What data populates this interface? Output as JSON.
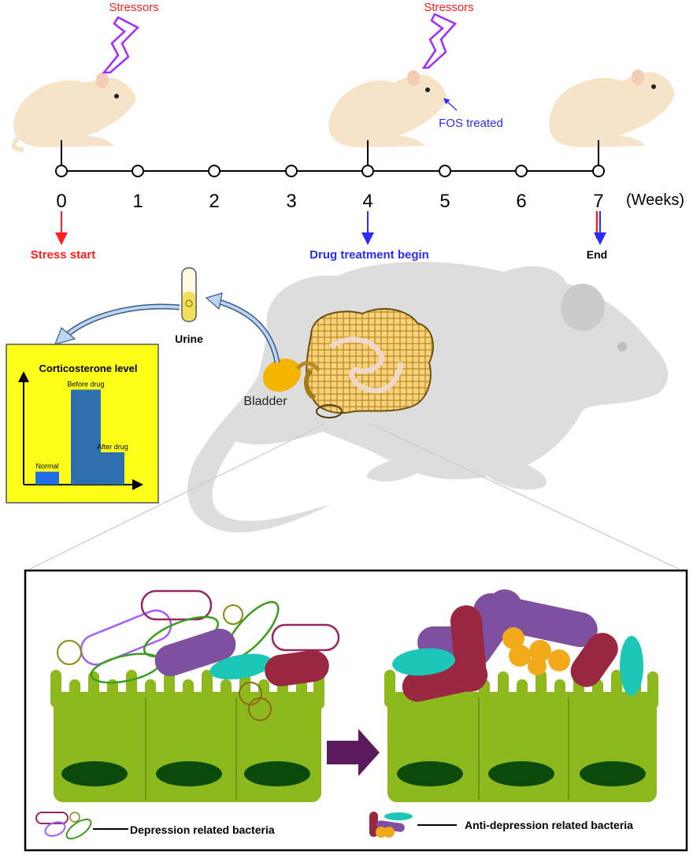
{
  "timeline": {
    "stressor_label_1": "Stressors",
    "stressor_label_2": "Stressors",
    "fos_label": "FOS treated",
    "weeks": [
      "0",
      "1",
      "2",
      "3",
      "4",
      "5",
      "6",
      "7"
    ],
    "unit_label": "(Weeks)",
    "stress_start": "Stress start",
    "drug_begin": "Drug treatment  begin",
    "end_label": "End"
  },
  "urine_label": "Urine",
  "bladder_label": "Bladder",
  "chart_data": {
    "type": "bar",
    "title": "Corticosterone level",
    "categories": [
      "Normal",
      "Before drug",
      "After drug"
    ],
    "values": [
      0.12,
      0.88,
      0.3
    ],
    "ylim": [
      0,
      1
    ]
  },
  "legend": {
    "depression": "Depression related  bacteria",
    "anti_depression": "Anti-depression related  bacteria"
  },
  "colors": {
    "red": "#ff1f1f",
    "blue": "#2b2bff",
    "chart_bg": "#ffff1a",
    "bar": "#2e6fb0",
    "bar_normal": "#1f6ee8",
    "villi": "#8db81e",
    "nucleus": "#0b4a0b",
    "purple_bac": "#7f4fa0",
    "maroon_bac": "#9a2740",
    "teal_bac": "#1dc7b8",
    "orange_bac": "#f2a91a",
    "arrow": "#5a1a5c"
  }
}
